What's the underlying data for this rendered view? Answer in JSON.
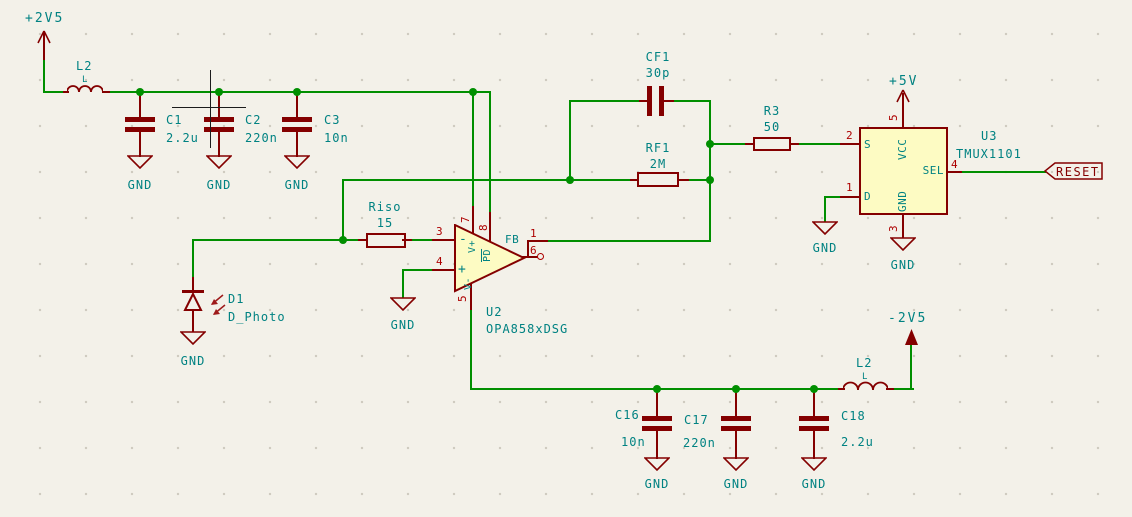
{
  "power": {
    "p2v5": "+2V5",
    "p5v": "+5V",
    "n2v5": "-2V5"
  },
  "net": {
    "gnd": "GND",
    "reset": "RESET"
  },
  "components": {
    "l2_top": {
      "ref": "L2",
      "value": "L"
    },
    "l2_bot": {
      "ref": "L2",
      "value": "L"
    },
    "c1": {
      "ref": "C1",
      "value": "2.2u"
    },
    "c2": {
      "ref": "C2",
      "value": "220n"
    },
    "c3": {
      "ref": "C3",
      "value": "10n"
    },
    "c16": {
      "ref": "C16",
      "value": "10n"
    },
    "c17": {
      "ref": "C17",
      "value": "220n"
    },
    "c18": {
      "ref": "C18",
      "value": "2.2u"
    },
    "riso": {
      "ref": "Riso",
      "value": "15"
    },
    "rf1": {
      "ref": "RF1",
      "value": "2M"
    },
    "cf1": {
      "ref": "CF1",
      "value": "30p"
    },
    "r3": {
      "ref": "R3",
      "value": "50"
    },
    "d1": {
      "ref": "D1",
      "value": "D_Photo"
    },
    "u2": {
      "ref": "U2",
      "value": "OPA858xDSG",
      "pins": {
        "inv": "3",
        "noninv": "4",
        "vpos": "7",
        "pd": "8",
        "vneg": "5",
        "fb": "1",
        "out": "6"
      },
      "inner": {
        "minus": "-",
        "plus": "+",
        "vpos": "V+",
        "pd": "PD",
        "vneg": "V-",
        "fb": "FB"
      }
    },
    "u3": {
      "ref": "U3",
      "value": "TMUX1101",
      "pins": {
        "s_num": "2",
        "s": "S",
        "d_num": "1",
        "d": "D",
        "vcc_num": "5",
        "vcc": "VCC",
        "gnd_num": "3",
        "gnd": "GND",
        "sel_num": "4",
        "sel": "SEL"
      }
    }
  },
  "colors": {
    "wire": "#008F00",
    "symbol": "#840000",
    "pin_number": "#AD0000",
    "field_text": "#008282",
    "symbol_fill": "#FDFBC3",
    "background": "#F3F1E9",
    "global_label": "#840000"
  }
}
